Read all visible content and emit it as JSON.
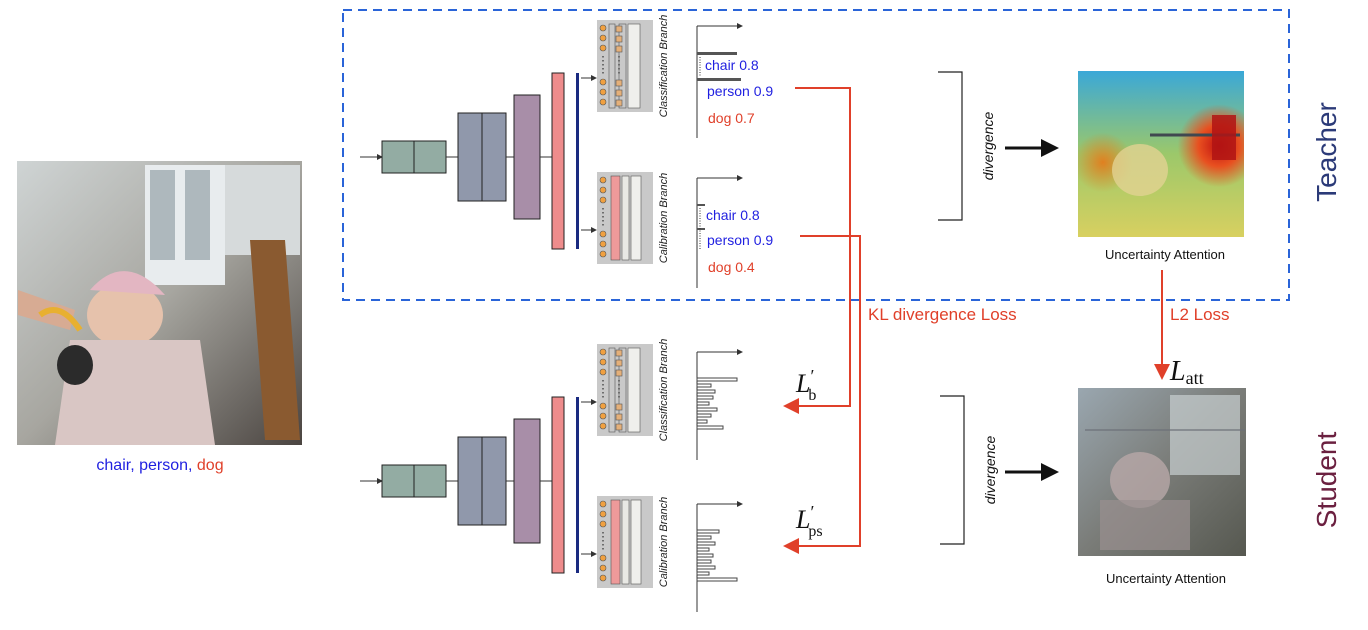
{
  "input": {
    "caption_parts": [
      {
        "text": "chair, person, ",
        "color": "#1f1fe0"
      },
      {
        "text": "dog",
        "color": "#e0402a"
      }
    ]
  },
  "teacher": {
    "label": "Teacher",
    "classification_branch": "Classification Branch",
    "calibration_branch": "Calibration Branch",
    "classification_scores": [
      {
        "text": "chair 0.8",
        "color": "#1f1fe0"
      },
      {
        "text": "person 0.9",
        "color": "#1f1fe0"
      },
      {
        "text": "dog 0.7",
        "color": "#e0402a"
      }
    ],
    "calibration_scores": [
      {
        "text": "chair 0.8",
        "color": "#1f1fe0"
      },
      {
        "text": "person 0.9",
        "color": "#1f1fe0"
      },
      {
        "text": "dog 0.4",
        "color": "#e0402a"
      }
    ],
    "divergence": "divergence",
    "attention_caption": "Uncertainty Attention"
  },
  "student": {
    "label": "Student",
    "classification_branch": "Classification Branch",
    "calibration_branch": "Calibration Branch",
    "divergence": "divergence",
    "attention_caption": "Uncertainty Attention"
  },
  "losses": {
    "kl": "KL divergence Loss",
    "l2": "L2 Loss",
    "lb_base": "L",
    "lb_prime": "′",
    "lb_sub": "b",
    "lps_base": "L",
    "lps_prime": "′",
    "lps_sub": "ps",
    "latt_base": "L",
    "latt_sub": "att"
  },
  "colors": {
    "teacher_label": "#2b3a78",
    "student_label": "#6b2040",
    "loss_red": "#e0402a",
    "box_dashed": "#2a64d8",
    "block1": "#93aca3",
    "block2": "#9098ab",
    "block3": "#a88ea8",
    "block4": "#ee8c8c",
    "bar_navy": "#1a2a80"
  }
}
